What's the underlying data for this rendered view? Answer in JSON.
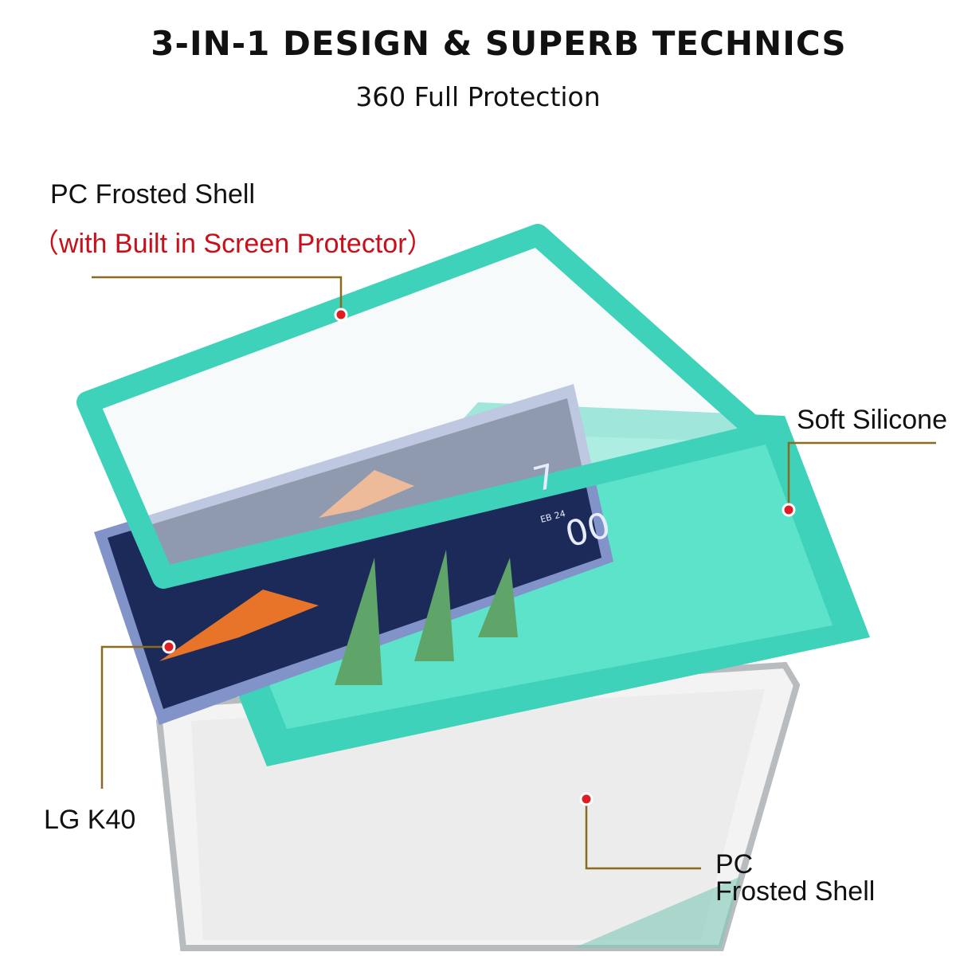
{
  "header": {
    "title": "3-IN-1 DESIGN & SUPERB TECHNICS",
    "subtitle": "360 Full Protection"
  },
  "labels": {
    "frame_title": "PC Frosted Shell",
    "frame_note": "（with Built in Screen Protector）",
    "silicone": "Soft Silicone",
    "phone": "LG K40",
    "back_line1": "PC",
    "back_line2": "Frosted Shell"
  },
  "screen": {
    "time_hour": "7",
    "time_min": "00",
    "date": "EB 24"
  },
  "colors": {
    "teal": "#46dcc2",
    "leader": "#8a6a1c",
    "dot": "#e01b24",
    "note": "#c8101a",
    "phone_body": "#8193c8"
  }
}
